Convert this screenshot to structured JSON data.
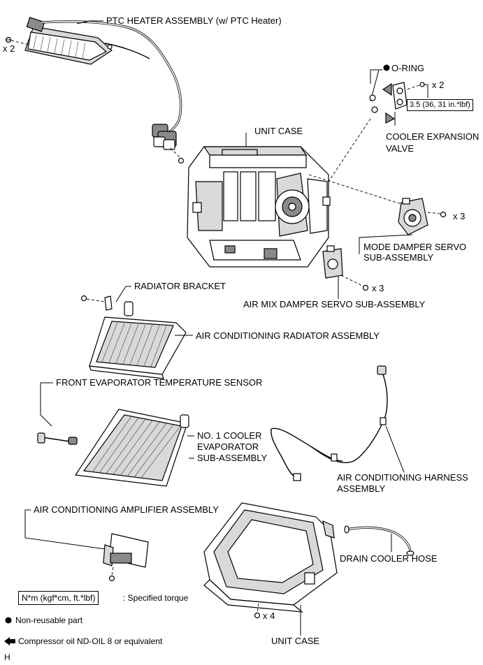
{
  "labels": {
    "ptc_heater": "PTC HEATER ASSEMBLY (w/ PTC Heater)",
    "ptc_qty": "x 2",
    "o_ring": "O-RING",
    "valve_qty": "x 2",
    "valve_torque": "3.5 (36, 31 in.*lbf)",
    "cooler_expansion_valve_1": "COOLER EXPANSION",
    "cooler_expansion_valve_2": "VALVE",
    "unit_case_upper": "UNIT CASE",
    "mode_servo_qty": "x 3",
    "mode_damper_servo_1": "MODE DAMPER SERVO",
    "mode_damper_servo_2": "SUB-ASSEMBLY",
    "radiator_bracket": "RADIATOR BRACKET",
    "air_mix_qty": "x 3",
    "air_mix_damper_servo": "AIR MIX DAMPER SERVO SUB-ASSEMBLY",
    "radiator_assembly": "AIR CONDITIONING RADIATOR ASSEMBLY",
    "evap_temp_sensor": "FRONT EVAPORATOR TEMPERATURE SENSOR",
    "evaporator_1": "NO. 1 COOLER",
    "evaporator_2": "EVAPORATOR",
    "evaporator_3": "SUB-ASSEMBLY",
    "harness_1": "AIR CONDITIONING HARNESS",
    "harness_2": "ASSEMBLY",
    "amplifier": "AIR CONDITIONING AMPLIFIER ASSEMBLY",
    "drain_hose": "DRAIN COOLER HOSE",
    "lower_case_qty": "x 4",
    "unit_case_lower": "UNIT CASE"
  },
  "legend": {
    "torque_units": "N*m (kgf*cm, ft.*lbf)",
    "torque_desc": ": Specified torque",
    "non_reusable": "Non-reusable part",
    "compressor_oil": "Compressor oil ND-OIL 8 or equivalent"
  },
  "corner_mark": "H"
}
